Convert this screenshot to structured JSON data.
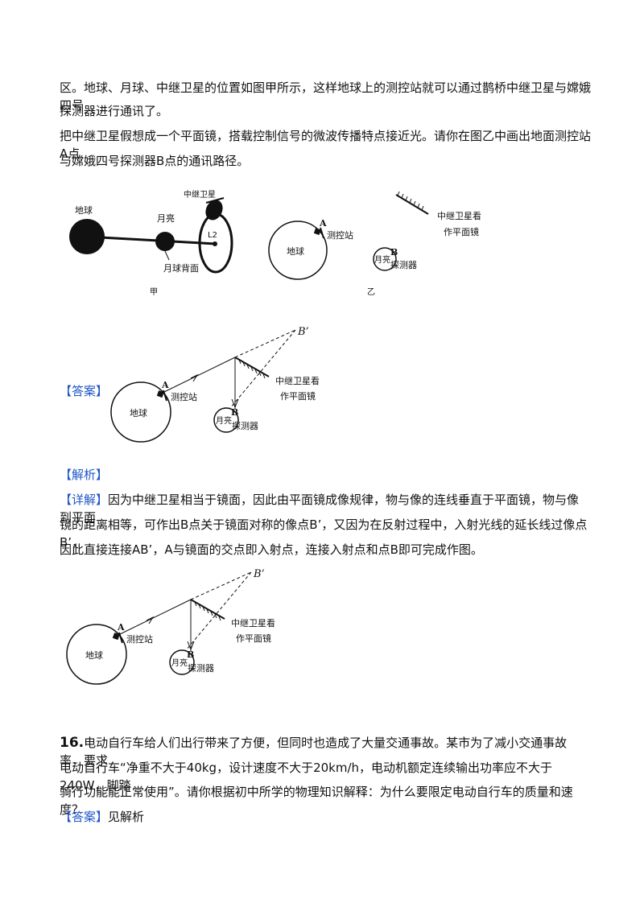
{
  "intro": {
    "line1": "区。地球、月球、中继卫星的位置如图甲所示，这样地球上的测控站就可以通过鹊桥中继卫星与嫦娥四号",
    "line2": "探测器进行通讯了。",
    "line3": "把中继卫星假想成一个平面镜，搭载控制信号的微波传播特点接近光。请你在图乙中画出地面测控站A点",
    "line4": "与嫦娥四号探测器B点的通讯路径。"
  },
  "figures": {
    "jia": {
      "earth": "地球",
      "moon": "月亮",
      "relay": "中继卫星",
      "distance": "L2",
      "far_side": "月球背面",
      "caption": "甲"
    },
    "yi": {
      "point_a": "A",
      "station": "测控站",
      "earth": "地球",
      "mirror_line1": "中继卫星看",
      "mirror_line2": "作平面镜",
      "point_b": "B",
      "moon": "月亮",
      "probe": "探测器",
      "caption": "乙"
    },
    "answer": {
      "image_point": "B’",
      "point_a": "A",
      "station": "测控站",
      "earth": "地球",
      "mirror_line1": "中继卫星看",
      "mirror_line2": "作平面镜",
      "point_b": "B",
      "moon": "月亮",
      "probe": "探测器"
    }
  },
  "answer_label": "【答案】",
  "analysis_label": "【解析】",
  "detail": {
    "label": "【详解】",
    "line1": "因为中继卫星相当于镜面，因此由平面镜成像规律，物与像的连线垂直于平面镜，物与像到平面",
    "line2": "镜的距离相等，可作出B点关于镜面对称的像点B’，又因为在反射过程中，入射光线的延长线过像点B’，",
    "line3": "因此直接连接AB’，A与镜面的交点即入射点，连接入射点和点B即可完成作图。"
  },
  "q16": {
    "number": "16.",
    "line1": "电动自行车给人们出行带来了方便，但同时也造成了大量交通事故。某市为了减小交通事故率，要求",
    "line2": "电动自行车“净重不大于40kg，设计速度不大于20km/h，电动机额定连续输出功率应不大于240W，脚踏",
    "line3": "骑行功能能正常使用”。请你根据初中所学的物理知识解释：为什么要限定电动自行车的质量和速度？",
    "answer_label": "【答案】",
    "answer_text": "见解析"
  }
}
